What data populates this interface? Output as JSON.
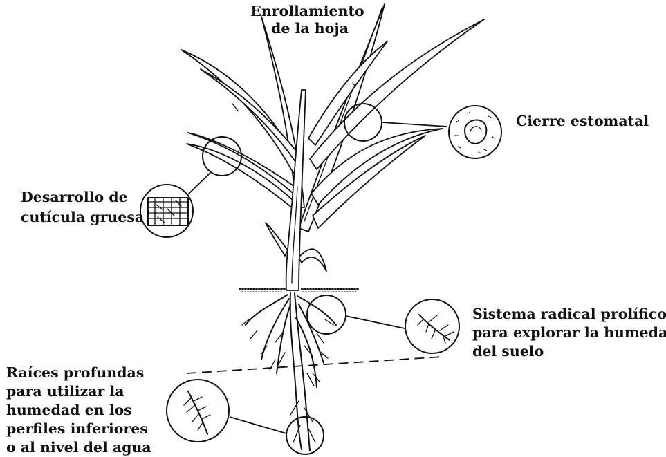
{
  "labels": {
    "leaf_rolling": [
      "Enrollamiento",
      "de la hoja"
    ],
    "stomatal_closure": [
      "Cierre estomatal"
    ],
    "thick_cuticle": [
      "Desarrollo de",
      "cutícula gruesa"
    ],
    "prolific_roots": [
      "Sistema radical prolífico",
      "para explorar la humedad",
      "del suelo"
    ],
    "deep_roots": [
      "Raíces profundas",
      "para utilizar la",
      "humedad en los",
      "perfiles inferiores",
      "o al nivel del agua"
    ]
  }
}
